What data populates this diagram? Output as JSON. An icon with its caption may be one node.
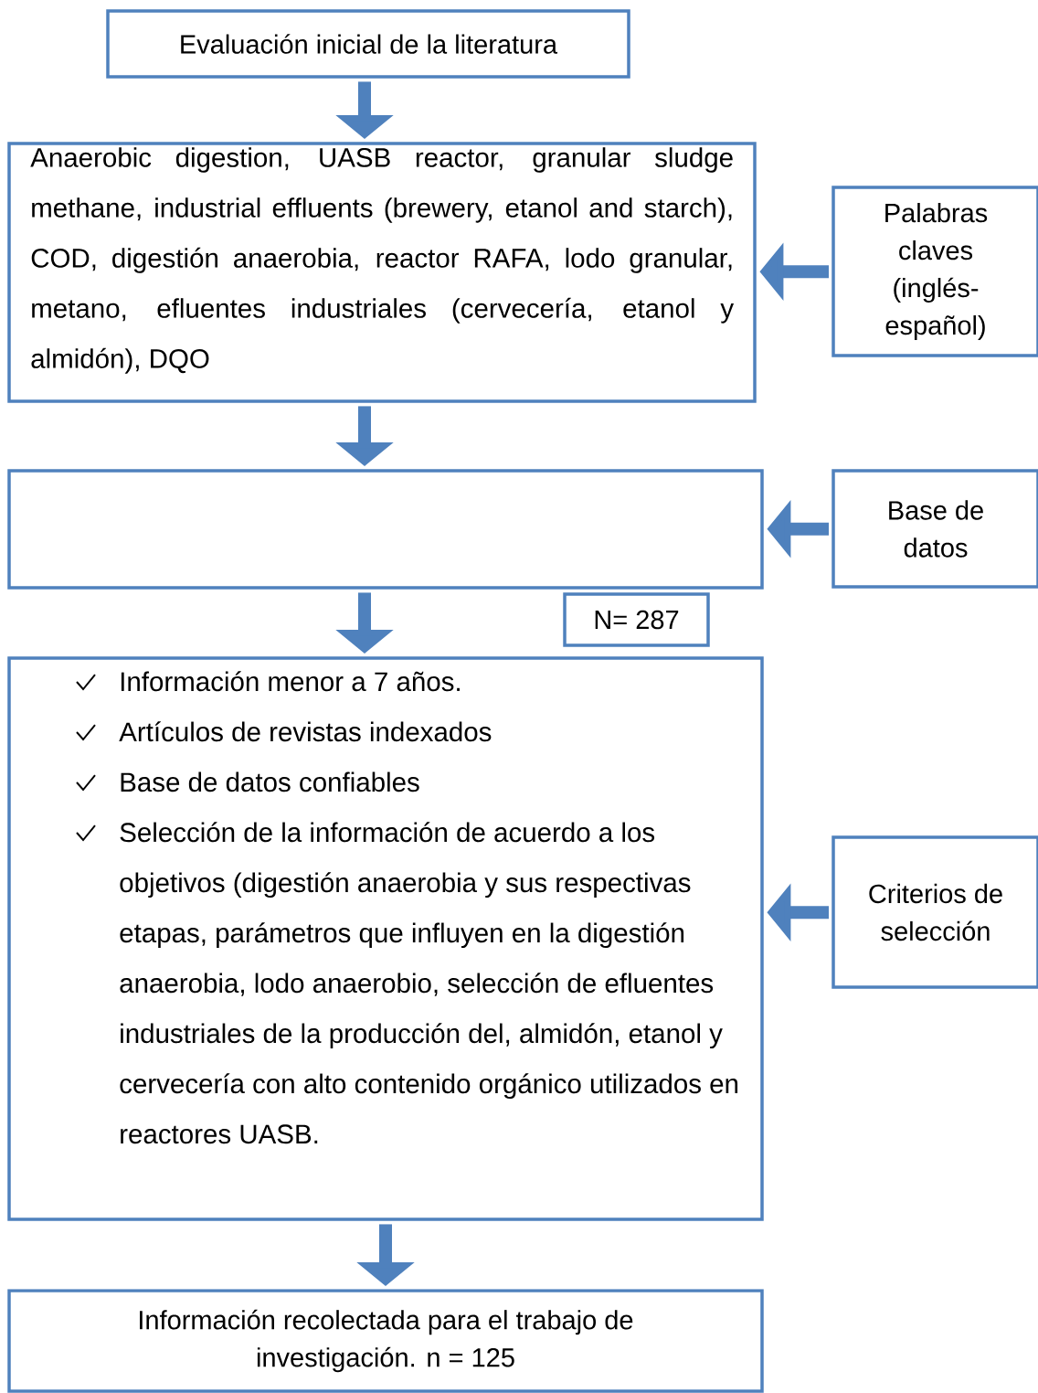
{
  "diagram": {
    "nodes": [
      {
        "text": [
          "Evaluación inicial de la literatura"
        ]
      },
      {
        "text": [
          "Anaerobic digestion, UASB reactor, granular sludge methane, industrial effluents (brewery, etanol and starch), COD, digestión anaerobia, reactor RAFA, lodo granular, metano, efluentes industriales (cervecería, etanol y almidón), DQO"
        ]
      },
      {
        "text": [
          "Palabras claves (inglés- español)"
        ]
      },
      {
        "text": [],
        "shape": "box"
      },
      {
        "text": [
          "Base de datos"
        ]
      },
      {
        "text": [
          "N= 287"
        ]
      },
      {
        "text": [
          "Información menor a 7 años.",
          "Artículos de revistas indexados",
          "Base de datos confiables",
          "Selección de la información de acuerdo a los objetivos (digestión anaerobia y sus respectivas etapas, parámetros que influyen en la digestión anaerobia, lodo anaerobio, selección de efluentes industriales de la producción del, almidón, etanol y cervecería con alto contenido orgánico utilizados en reactores UASB."
        ]
      },
      {
        "text": [
          "Criterios de selección"
        ]
      },
      {
        "text": [
          "Información recolectada para el trabajo de investigación. n = 125"
        ]
      }
    ],
    "edges": [
      {
        "from": 0,
        "to": 1,
        "arrow": "to"
      },
      {
        "from": 2,
        "to": 1,
        "arrow": "to"
      },
      {
        "from": 1,
        "to": 3,
        "arrow": "to"
      },
      {
        "from": 4,
        "to": 3,
        "arrow": "to"
      },
      {
        "from": 3,
        "to": 6,
        "arrow": "to"
      },
      {
        "from": 7,
        "to": 6,
        "arrow": "to"
      },
      {
        "from": 6,
        "to": 8,
        "arrow": "to"
      }
    ]
  }
}
